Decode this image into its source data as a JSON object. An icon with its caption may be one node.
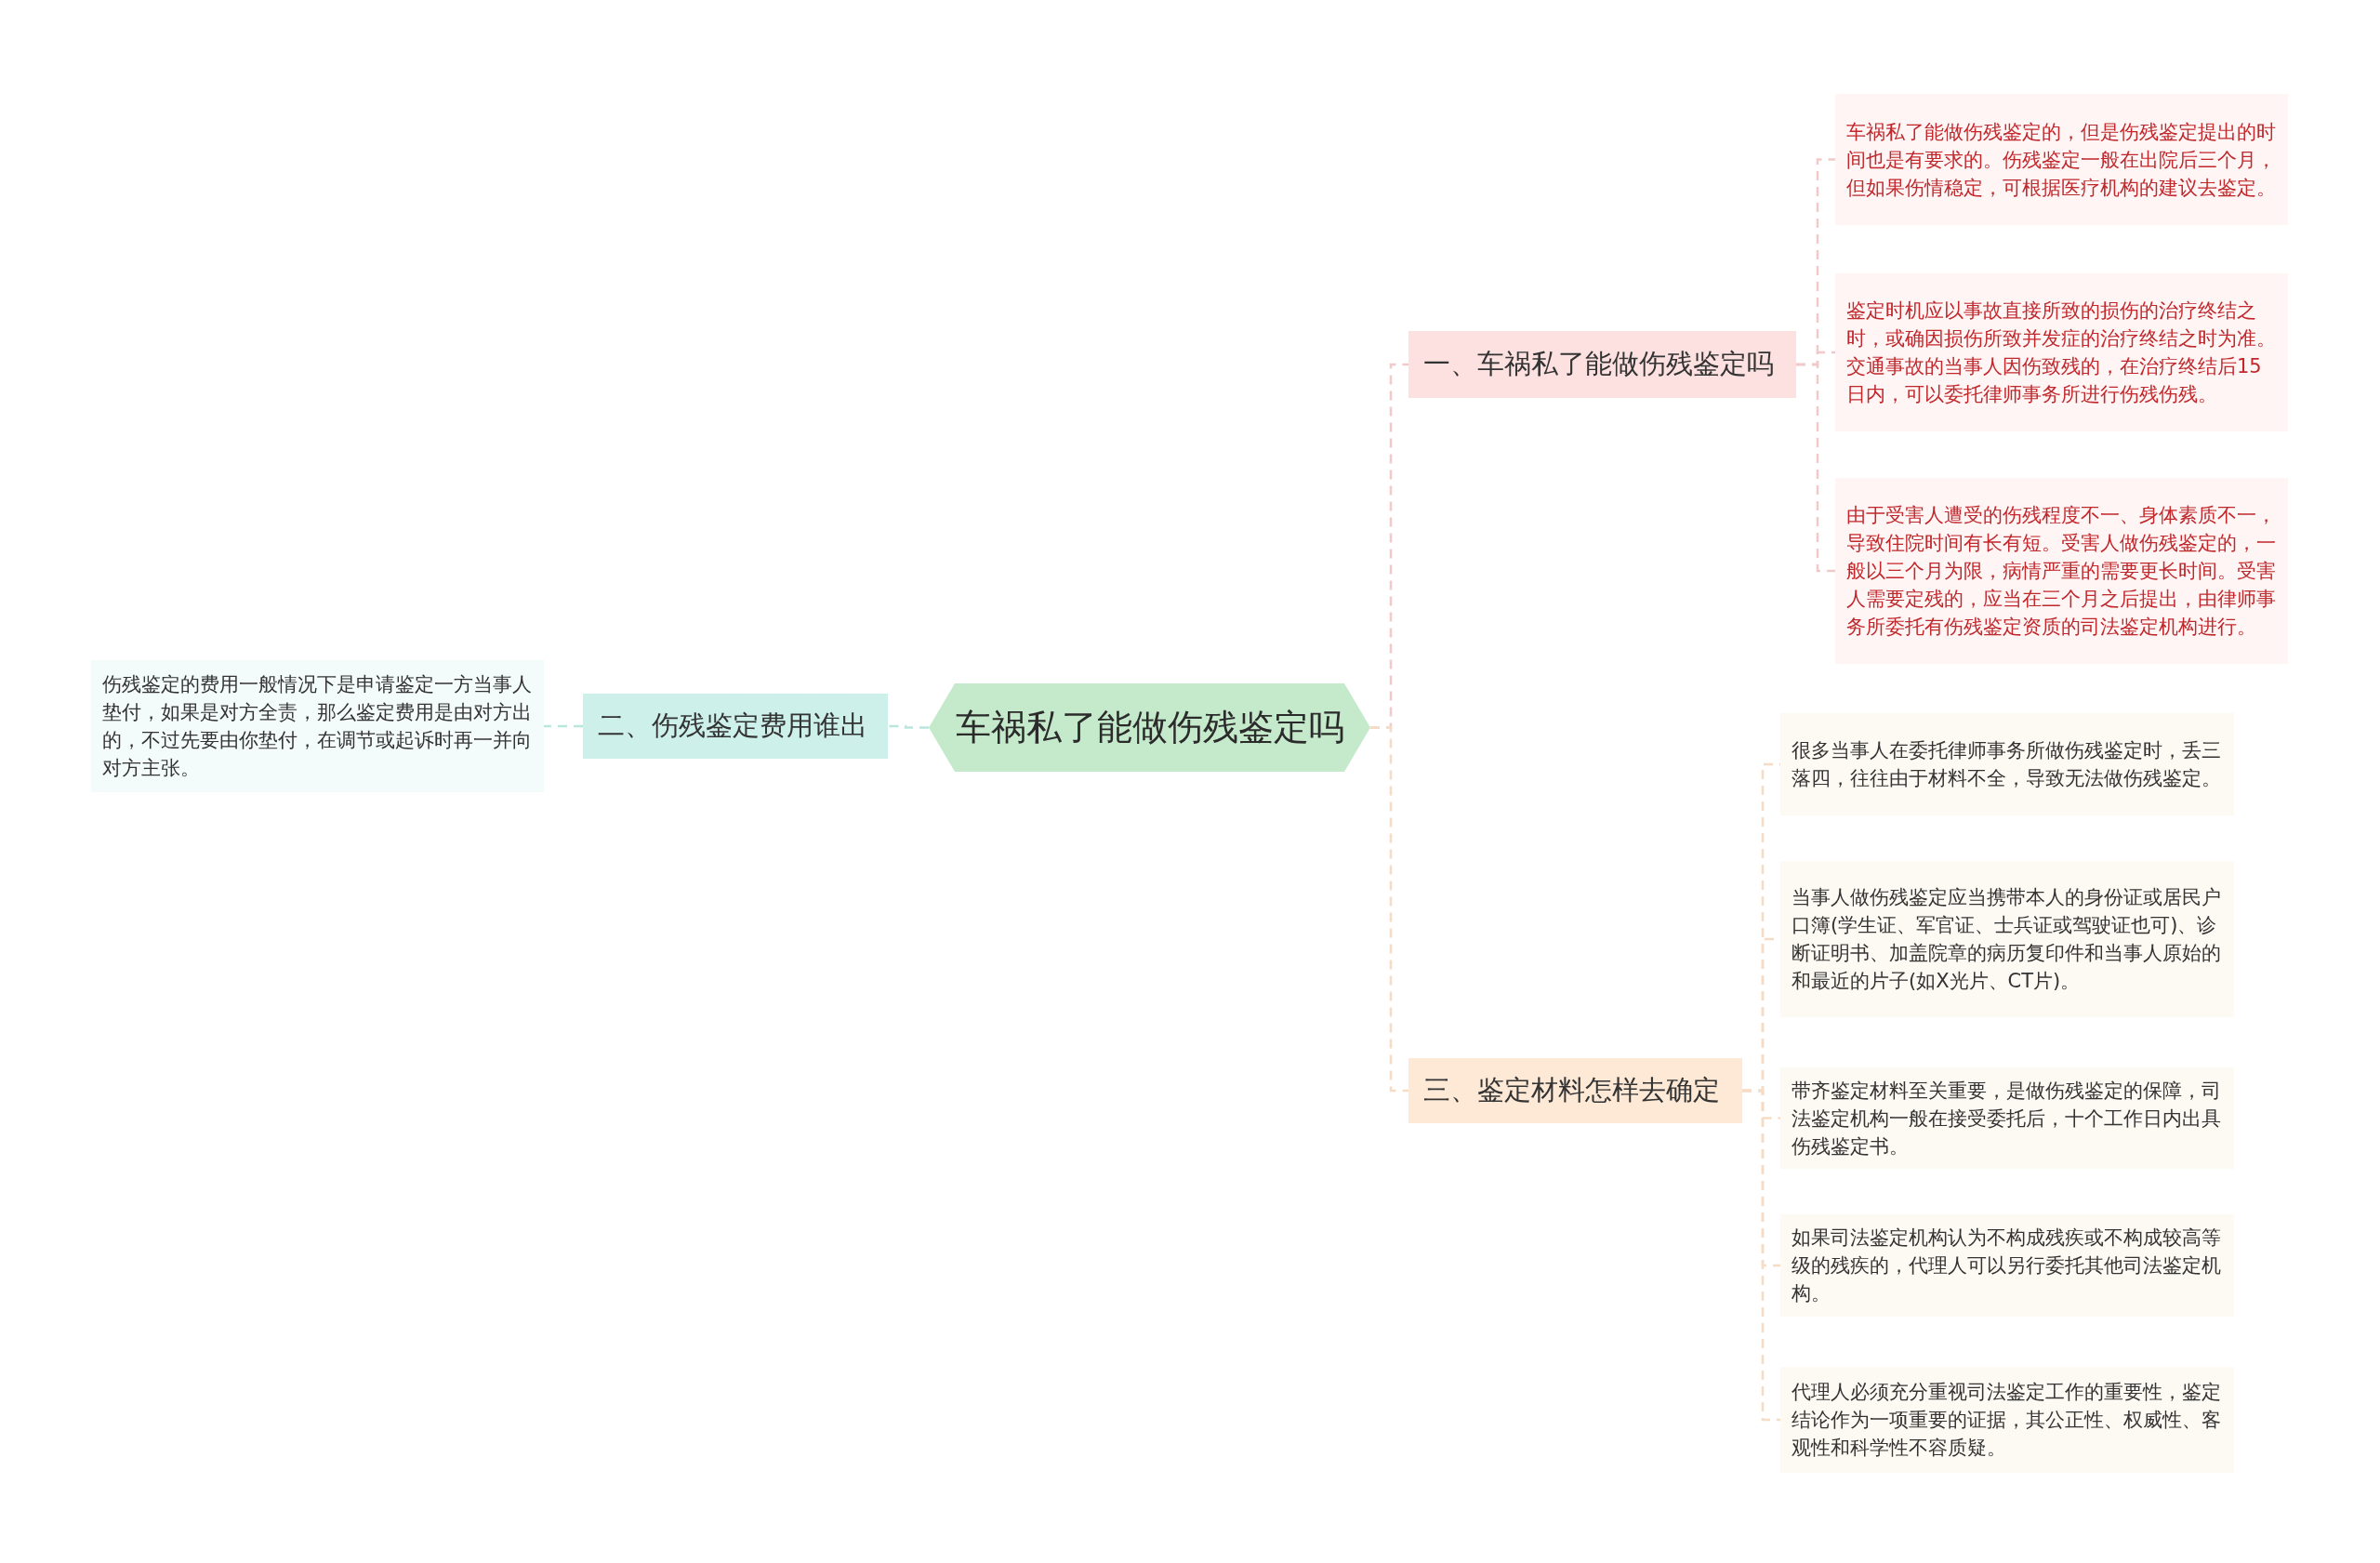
{
  "diagram": {
    "nodes": [
      {
        "text": [
          "车祸私了能做伤残鉴定吗"
        ]
      },
      {
        "text": [
          "一、车祸私了能做伤残鉴定吗"
        ]
      },
      {
        "text": [
          "车祸私了能做伤残鉴定的，但是伤残鉴定提出的时间也是有要求的。伤残鉴定一般在出院后三个月，但如果伤情稳定，可根据医疗机构的建议去鉴定。"
        ]
      },
      {
        "text": [
          "鉴定时机应以事故直接所致的损伤的治疗终结之时，或确因损伤所致并发症的治疗终结之时为准。交通事故的当事人因伤致残的，在治疗终结后15日内，可以委托律师事务所进行伤残伤残。"
        ]
      },
      {
        "text": [
          "由于受害人遭受的伤残程度不一、身体素质不一，导致住院时间有长有短。受害人做伤残鉴定的，一般以三个月为限，病情严重的需要更长时间。受害人需要定残的，应当在三个月之后提出，由律师事务所委托有伤残鉴定资质的司法鉴定机构进行。"
        ]
      },
      {
        "text": [
          "二、伤残鉴定费用谁出"
        ]
      },
      {
        "text": [
          "伤残鉴定的费用一般情况下是申请鉴定一方当事人垫付，如果是对方全责，那么鉴定费用是由对方出的，不过先要由你垫付，在调节或起诉时再一并向对方主张。"
        ]
      },
      {
        "text": [
          "三、鉴定材料怎样去确定"
        ]
      },
      {
        "text": [
          "很多当事人在委托律师事务所做伤残鉴定时，丢三落四，往往由于材料不全，导致无法做伤残鉴定。"
        ]
      },
      {
        "text": [
          "当事人做伤残鉴定应当携带本人的身份证或居民户口簿(学生证、军官证、士兵证或驾驶证也可)、诊断证明书、加盖院章的病历复印件和当事人原始的和最近的片子(如X光片、CT片)。"
        ]
      },
      {
        "text": [
          "带齐鉴定材料至关重要，是做伤残鉴定的保障，司法鉴定机构一般在接受委托后，十个工作日内出具伤残鉴定书。"
        ]
      },
      {
        "text": [
          "如果司法鉴定机构认为不构成残疾或不构成较高等级的残疾的，代理人可以另行委托其他司法鉴定机构。"
        ]
      },
      {
        "text": [
          "代理人必须充分重视司法鉴定工作的重要性，鉴定结论作为一项重要的证据，其公正性、权威性、客观性和科学性不容质疑。"
        ]
      }
    ],
    "edges": [
      {
        "from": 0,
        "to": 1,
        "arrow": "none",
        "style": "dashed",
        "color": "#f2c9c9"
      },
      {
        "from": 1,
        "to": 2,
        "arrow": "none",
        "style": "dashed",
        "color": "#f2c9c9"
      },
      {
        "from": 1,
        "to": 3,
        "arrow": "none",
        "style": "dashed",
        "color": "#f2c9c9"
      },
      {
        "from": 1,
        "to": 4,
        "arrow": "none",
        "style": "dashed",
        "color": "#f2c9c9"
      },
      {
        "from": 0,
        "to": 5,
        "arrow": "none",
        "style": "dashed",
        "color": "#b9e6dc"
      },
      {
        "from": 5,
        "to": 6,
        "arrow": "none",
        "style": "dashed",
        "color": "#b9e6dc"
      },
      {
        "from": 0,
        "to": 7,
        "arrow": "none",
        "style": "dashed",
        "color": "#f6dcc4"
      },
      {
        "from": 7,
        "to": 8,
        "arrow": "none",
        "style": "dashed",
        "color": "#f6dcc4"
      },
      {
        "from": 7,
        "to": 9,
        "arrow": "none",
        "style": "dashed",
        "color": "#f6dcc4"
      },
      {
        "from": 7,
        "to": 10,
        "arrow": "none",
        "style": "dashed",
        "color": "#f6dcc4"
      },
      {
        "from": 7,
        "to": 11,
        "arrow": "none",
        "style": "dashed",
        "color": "#f6dcc4"
      },
      {
        "from": 7,
        "to": 12,
        "arrow": "none",
        "style": "dashed",
        "color": "#f6dcc4"
      }
    ]
  }
}
